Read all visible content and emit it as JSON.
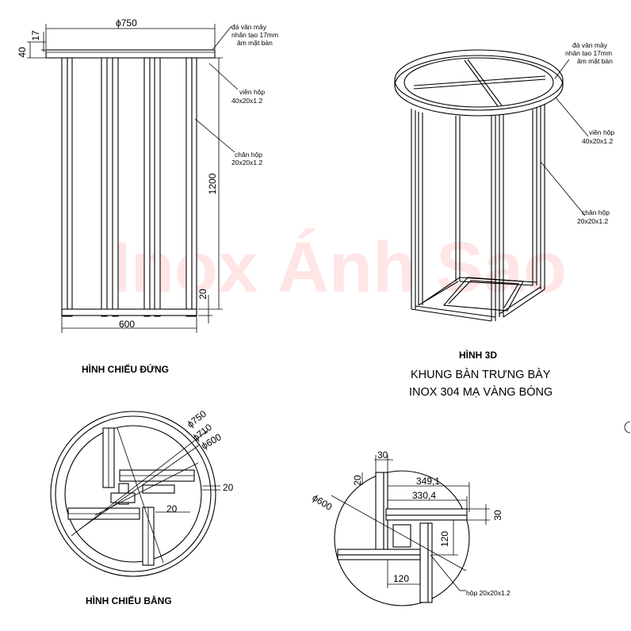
{
  "watermark": "Inox Ánh Sao",
  "front_view": {
    "caption": "HÌNH CHIẾU ĐỨNG",
    "dim_top_diameter": "ϕ750",
    "dim_stone_thickness": "17",
    "dim_top_height": "40",
    "dim_height": "1200",
    "dim_bottom_bar": "20",
    "dim_width": "600",
    "note_stone": [
      "đá vân mây",
      "nhân tạo 17mm",
      "âm mặt bàn"
    ],
    "note_rim": [
      "viền hộp",
      "40x20x1.2"
    ],
    "note_leg": [
      "chân hộp",
      "20x20x1.2"
    ]
  },
  "view_3d": {
    "caption": "HÌNH 3D",
    "note_stone": [
      "đá vân mây",
      "nhân tạo 17mm",
      "âm mặt bàn"
    ],
    "note_rim": [
      "viền hộp",
      "40x20x1.2"
    ],
    "note_leg": [
      "chân hộp",
      "20x20x1.2"
    ]
  },
  "title": [
    "KHUNG BÀN TRƯNG BÀY",
    "INOX 304 MẠ VÀNG BÓNG"
  ],
  "plan_view": {
    "caption": "HÌNH CHIẾU BẰNG",
    "dim_d750": "ϕ750",
    "dim_d710": "ϕ710",
    "dim_d600": "ϕ600",
    "dim_rim": "20",
    "dim_bar": "20"
  },
  "detail_view": {
    "dim_30_top": "30",
    "dim_20_left": "20",
    "dim_349": "349,1",
    "dim_330": "330,4",
    "dim_30_right": "30",
    "dim_d600": "ϕ600",
    "dim_120_vertical": "120",
    "dim_120_horizontal": "120",
    "note_box": "hộp 20x20x1.2"
  }
}
